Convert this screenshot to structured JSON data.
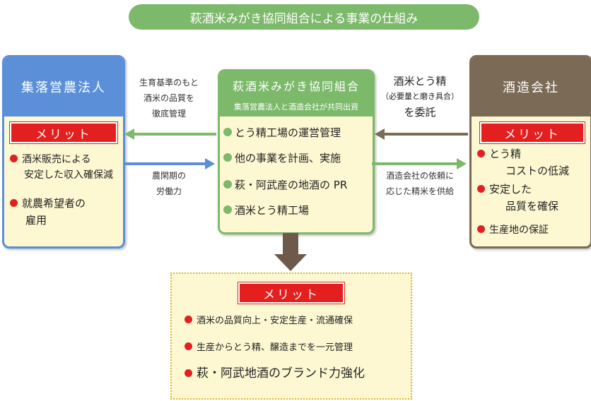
{
  "title": "萩酒米みがき協同組合による事業の仕組み",
  "left": {
    "header": "集落営農法人",
    "merit_label": "メリット",
    "items": [
      "酒米販売による",
      "安定した収入確保減",
      "就農希望者の",
      "雇用"
    ]
  },
  "center": {
    "header": "萩酒米みがき協同組合",
    "subheader": "集落営農法人と酒造会社が共同出資",
    "items": [
      "とう精工場の運営管理",
      "他の事業を計画、実施",
      "萩・阿武産の地酒の PR",
      "酒米とう精工場"
    ]
  },
  "right": {
    "header": "酒造会社",
    "merit_label": "メリット",
    "items": [
      "とう精",
      "コストの低減",
      "安定した",
      "品質を確保",
      "生産地の保証"
    ]
  },
  "flows": {
    "top_left": [
      "生育基準のもと",
      "酒米の品質を",
      "徹底管理"
    ],
    "bottom_left": [
      "農閑期の",
      "労働力"
    ],
    "top_right_main": "酒米とう精",
    "top_right_sub": "（必要量と磨き具合）",
    "top_right_end": "を委託",
    "bottom_right": [
      "酒造会社の依頼に",
      "応じた精米を供給"
    ]
  },
  "bottom": {
    "merit_label": "メリット",
    "items": [
      "酒米の品質向上・安定生産・流通確保",
      "生産からとう精、醸造までを一元管理",
      "萩・阿武地酒のブランド力強化"
    ]
  },
  "colors": {
    "green": "#7cb96a",
    "blue": "#5b8fd8",
    "brown": "#7a6a56",
    "red": "#e41f1f",
    "cream": "#fdf8d2"
  }
}
